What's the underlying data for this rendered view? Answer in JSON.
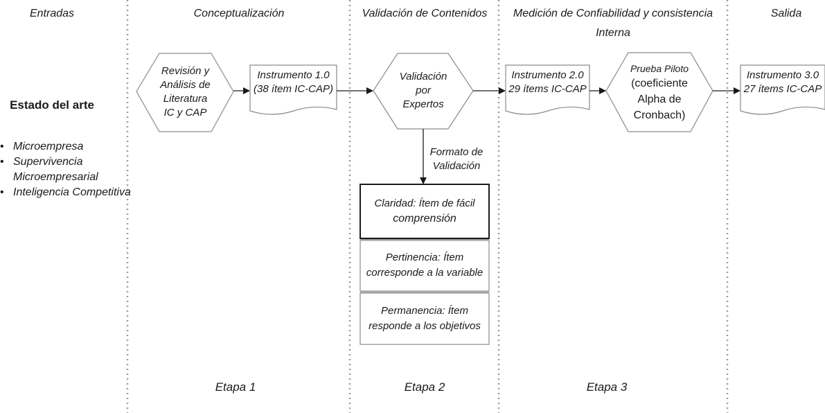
{
  "headers": {
    "entradas": "Entradas",
    "conceptualizacion": "Conceptualización",
    "validacion": "Validación de Contenidos",
    "medicion_line1": "Medición de Confiabilidad y consistencia",
    "medicion_line2": "Interna",
    "salida": "Salida"
  },
  "inputs": {
    "title": "Estado del arte",
    "items": [
      "Microempresa",
      "Supervivencia",
      "Microempresarial",
      "Inteligencia Competitiva"
    ]
  },
  "nodes": {
    "revision": [
      "Revisión y",
      "Análisis de",
      "Literatura",
      "IC y CAP"
    ],
    "instrumento1": [
      "Instrumento 1.0",
      "(38 ítem IC-CAP)"
    ],
    "validacion_expertos": [
      "Validación",
      "por",
      "Expertos"
    ],
    "instrumento2": [
      "Instrumento 2.0",
      "29 ítems IC-CAP"
    ],
    "prueba_piloto": [
      "Prueba Piloto",
      "(coeficiente",
      "Alpha de",
      "Cronbach)"
    ],
    "instrumento3": [
      "Instrumento 3.0",
      "27 ítems IC-CAP"
    ]
  },
  "formato_label": [
    "Formato de",
    "Validación"
  ],
  "criteria": [
    [
      "Claridad: Ítem de fácil",
      "comprensión"
    ],
    [
      "Pertinencia: Ítem",
      "corresponde a la variable"
    ],
    [
      "Permanencia: Ítem",
      "responde a los objetivos"
    ]
  ],
  "stages": [
    "Etapa 1",
    "Etapa 2",
    "Etapa 3"
  ],
  "colors": {
    "line": "#1a1a1a",
    "divider": "#9a9a9a",
    "box_border": "#555555"
  }
}
